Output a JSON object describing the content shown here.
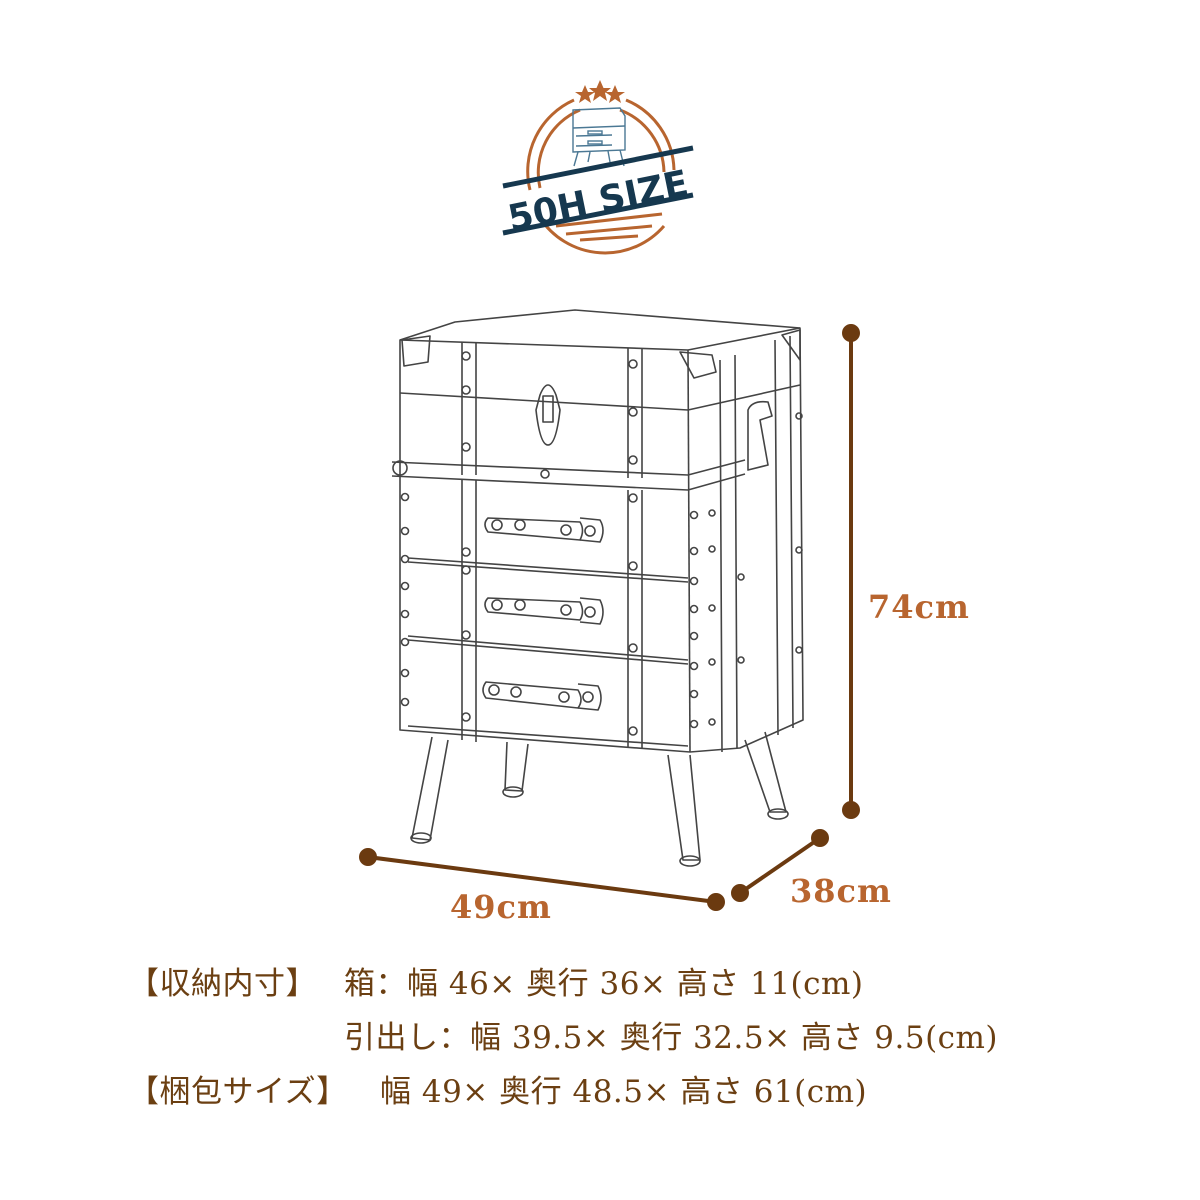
{
  "badge": {
    "label": "50H SIZE",
    "stars": 3,
    "colors": {
      "navy": "#16384f",
      "copper": "#b8652f"
    }
  },
  "product_illustration": {
    "description": "Line drawing of trunk-style 3-drawer chest on four splayed legs",
    "drawers": 3
  },
  "dimensions": {
    "height": "74cm",
    "width": "49cm",
    "depth": "38cm",
    "line_color": "#6b3a10",
    "label_color": "#b8652f"
  },
  "specs": {
    "storage_heading": "【収納内寸】",
    "box_line": "箱：幅 46× 奥行 36× 高さ 11(cm)",
    "drawer_line": "引出し：幅 39.5× 奥行 32.5× 高さ 9.5(cm)",
    "package_heading": "【梱包サイズ】",
    "package_line": "幅 49× 奥行 48.5× 高さ 61(cm)",
    "text_color": "#6b3f12"
  }
}
